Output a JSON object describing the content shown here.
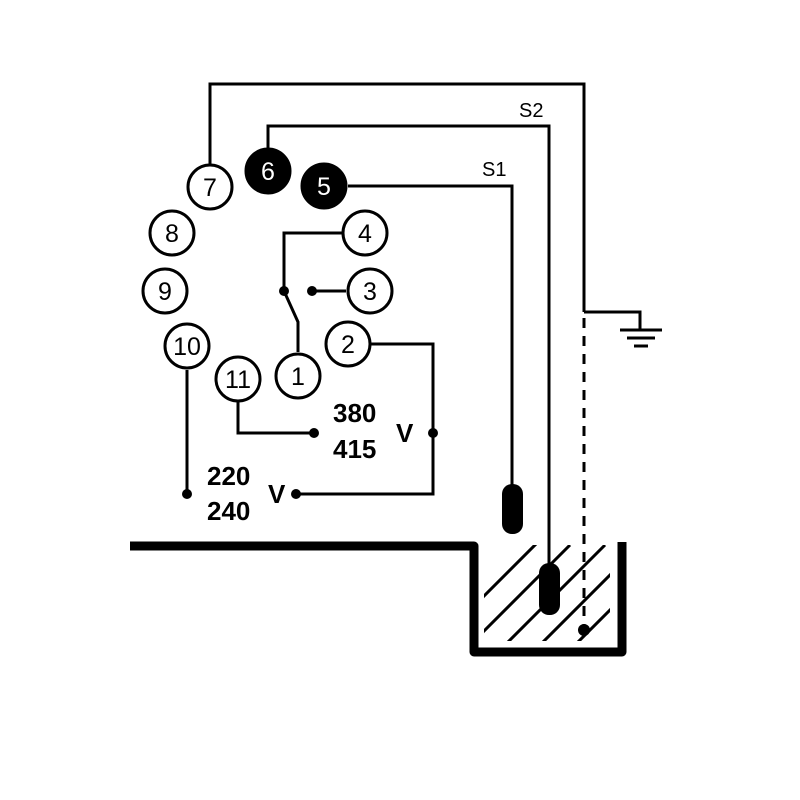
{
  "pins": [
    {
      "id": "1",
      "label": "1",
      "filled": false
    },
    {
      "id": "2",
      "label": "2",
      "filled": false
    },
    {
      "id": "3",
      "label": "3",
      "filled": false
    },
    {
      "id": "4",
      "label": "4",
      "filled": false
    },
    {
      "id": "5",
      "label": "5",
      "filled": true
    },
    {
      "id": "6",
      "label": "6",
      "filled": true
    },
    {
      "id": "7",
      "label": "7",
      "filled": false
    },
    {
      "id": "8",
      "label": "8",
      "filled": false
    },
    {
      "id": "9",
      "label": "9",
      "filled": false
    },
    {
      "id": "10",
      "label": "10",
      "filled": false
    },
    {
      "id": "11",
      "label": "11",
      "filled": false
    }
  ],
  "electrodes": {
    "s1": "S1",
    "s2": "S2"
  },
  "supply": {
    "high_top": "380",
    "high_bottom": "415",
    "high_unit": "V",
    "low_top": "220",
    "low_bottom": "240",
    "low_unit": "V"
  }
}
